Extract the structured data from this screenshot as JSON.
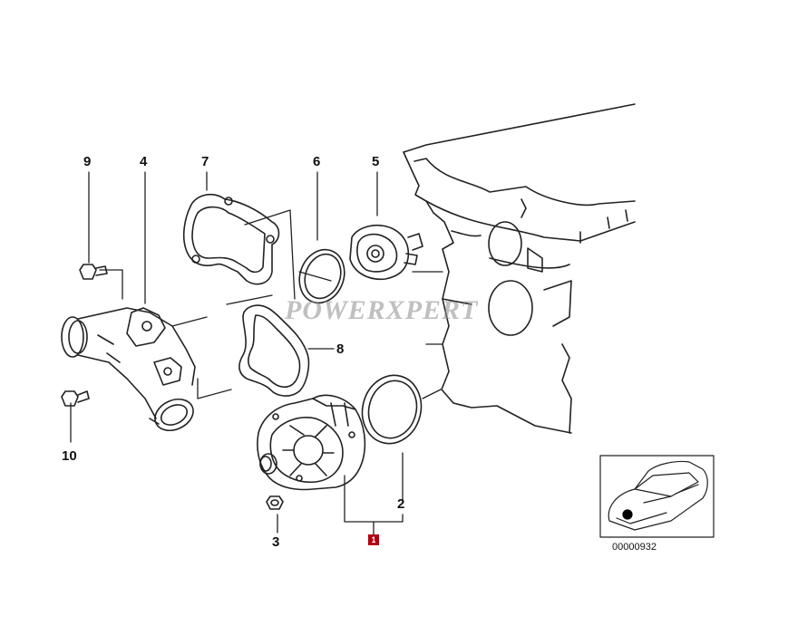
{
  "callouts": {
    "p9": "9",
    "p4": "4",
    "p7": "7",
    "p6": "6",
    "p5": "5",
    "p8": "8",
    "p10": "10",
    "p3": "3",
    "p2": "2",
    "p1": "1"
  },
  "watermark": "POWERXPERT",
  "diagram_id": "00000932",
  "colors": {
    "line": "#222222",
    "badge": "#b00012",
    "location_dot": "#000000"
  }
}
